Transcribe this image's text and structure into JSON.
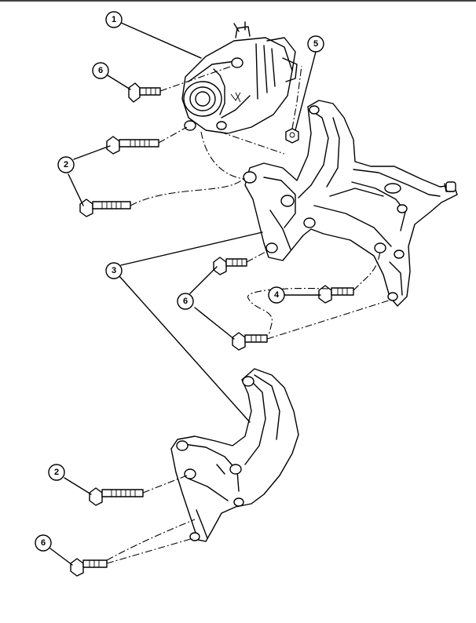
{
  "callouts": [
    {
      "id": "c1-alt",
      "label": "1"
    },
    {
      "id": "c5-nut",
      "label": "5"
    },
    {
      "id": "c6-top",
      "label": "6"
    },
    {
      "id": "c2-upper",
      "label": "2"
    },
    {
      "id": "c3",
      "label": "3"
    },
    {
      "id": "c6-mid",
      "label": "6"
    },
    {
      "id": "c4",
      "label": "4"
    },
    {
      "id": "c2-lower",
      "label": "2"
    },
    {
      "id": "c6-lower",
      "label": "6"
    }
  ],
  "colors": {
    "line": "#000000",
    "background": "#ffffff"
  }
}
